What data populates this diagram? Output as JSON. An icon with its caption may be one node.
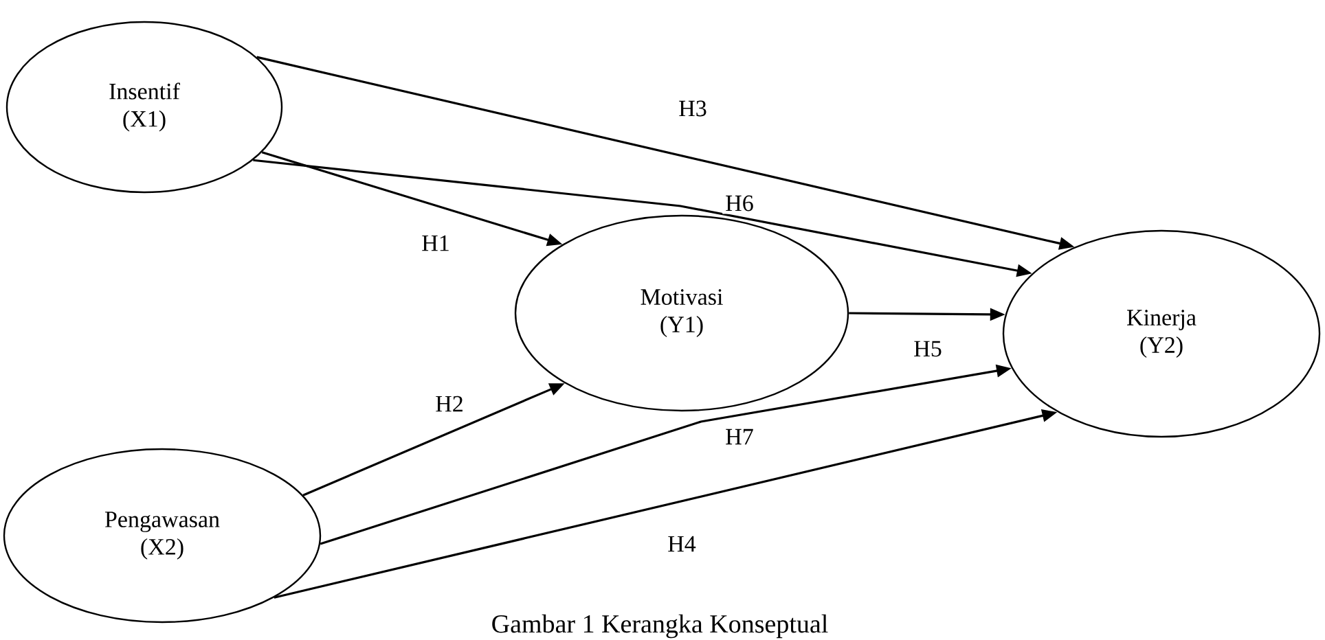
{
  "diagram": {
    "caption": "Gambar 1 Kerangka Konseptual",
    "nodes": [
      {
        "text": [
          "Insentif (X1)"
        ]
      },
      {
        "text": [
          "Motivasi (Y1)"
        ]
      },
      {
        "text": [
          "Pengawasan (X2)"
        ]
      },
      {
        "text": [
          "Kinerja (Y2)"
        ]
      }
    ],
    "edges": [
      {
        "from": 0,
        "to": 3,
        "arrow": "to",
        "label": "H3"
      },
      {
        "from": 0,
        "to": 3,
        "arrow": "to",
        "label": "H6"
      },
      {
        "from": 0,
        "to": 1,
        "arrow": "to",
        "label": "H1"
      },
      {
        "from": 2,
        "to": 1,
        "arrow": "to",
        "label": "H2"
      },
      {
        "from": 1,
        "to": 3,
        "arrow": "to",
        "label": "H5"
      },
      {
        "from": 2,
        "to": 3,
        "arrow": "to",
        "label": "H7"
      },
      {
        "from": 2,
        "to": 3,
        "arrow": "to",
        "label": "H4"
      }
    ]
  }
}
